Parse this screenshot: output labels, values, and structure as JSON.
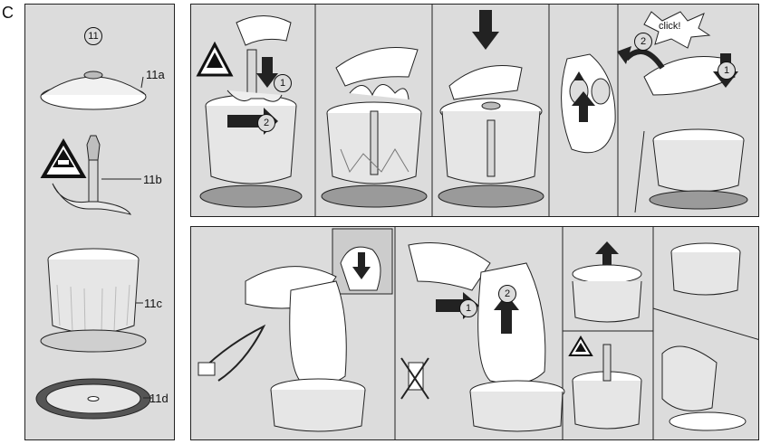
{
  "section_letter": "C",
  "parts_panel": {
    "number": "11",
    "labels": {
      "lid": "11a",
      "blade": "11b",
      "bowl": "11c",
      "base": "11d"
    }
  },
  "step_labels": {
    "one": "1",
    "two": "2",
    "click": "click!"
  },
  "icons": [
    "blade-warning-icon",
    "down-arrow-icon",
    "right-arrow-icon",
    "up-arrow-icon",
    "no-plug-icon"
  ]
}
